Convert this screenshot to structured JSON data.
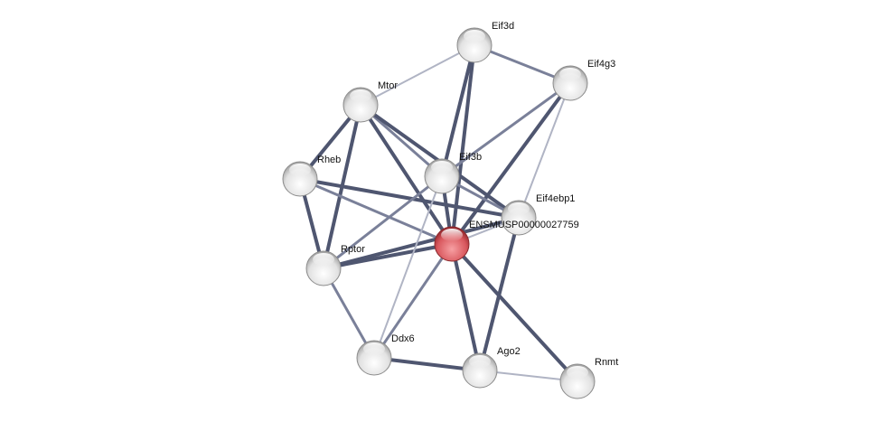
{
  "network": {
    "nodes": [
      {
        "id": "eif3d",
        "label": "Eif3d",
        "query": false
      },
      {
        "id": "eif4g3",
        "label": "Eif4g3",
        "query": false
      },
      {
        "id": "mtor",
        "label": "Mtor",
        "query": false
      },
      {
        "id": "eif3b",
        "label": "Eif3b",
        "query": false
      },
      {
        "id": "rheb",
        "label": "Rheb",
        "query": false
      },
      {
        "id": "center",
        "label": "ENSMUSP00000027759",
        "query": true
      },
      {
        "id": "eif4ebp1",
        "label": "Eif4ebp1",
        "query": false
      },
      {
        "id": "rptor",
        "label": "Rptor",
        "query": false
      },
      {
        "id": "ddx6",
        "label": "Ddx6",
        "query": false
      },
      {
        "id": "ago2",
        "label": "Ago2",
        "query": false
      },
      {
        "id": "rnmt",
        "label": "Rnmt",
        "query": false
      }
    ],
    "edges": [
      [
        "mtor",
        "eif3d",
        "weak"
      ],
      [
        "eif3d",
        "eif4g3",
        "medium"
      ],
      [
        "eif3d",
        "eif3b",
        "strong"
      ],
      [
        "eif3d",
        "center",
        "strong"
      ],
      [
        "eif4g3",
        "eif3b",
        "medium"
      ],
      [
        "eif4g3",
        "center",
        "strong"
      ],
      [
        "eif4g3",
        "eif4ebp1",
        "weak"
      ],
      [
        "mtor",
        "rheb",
        "strong"
      ],
      [
        "mtor",
        "rptor",
        "strong"
      ],
      [
        "mtor",
        "eif3b",
        "medium"
      ],
      [
        "mtor",
        "center",
        "strong"
      ],
      [
        "mtor",
        "eif4ebp1",
        "strong"
      ],
      [
        "rheb",
        "rptor",
        "strong"
      ],
      [
        "rheb",
        "eif4ebp1",
        "strong"
      ],
      [
        "rheb",
        "center",
        "medium"
      ],
      [
        "rptor",
        "center",
        "strong"
      ],
      [
        "rptor",
        "eif4ebp1",
        "strong"
      ],
      [
        "rptor",
        "eif3b",
        "medium"
      ],
      [
        "rptor",
        "ddx6",
        "medium"
      ],
      [
        "eif3b",
        "center",
        "strong"
      ],
      [
        "eif3b",
        "eif4ebp1",
        "medium"
      ],
      [
        "eif3b",
        "ddx6",
        "weak"
      ],
      [
        "eif4ebp1",
        "center",
        "weak"
      ],
      [
        "eif4ebp1",
        "ago2",
        "strong"
      ],
      [
        "center",
        "ddx6",
        "medium"
      ],
      [
        "center",
        "ago2",
        "strong"
      ],
      [
        "center",
        "rnmt",
        "strong"
      ],
      [
        "ddx6",
        "ago2",
        "strong"
      ],
      [
        "ago2",
        "rnmt",
        "weak"
      ]
    ],
    "colors": {
      "edge_strong": "#4f5670",
      "edge_medium": "#7a8099",
      "edge_weak": "#b0b4c4",
      "node": "#e8e8e8",
      "query_node": "#d9585e"
    }
  }
}
